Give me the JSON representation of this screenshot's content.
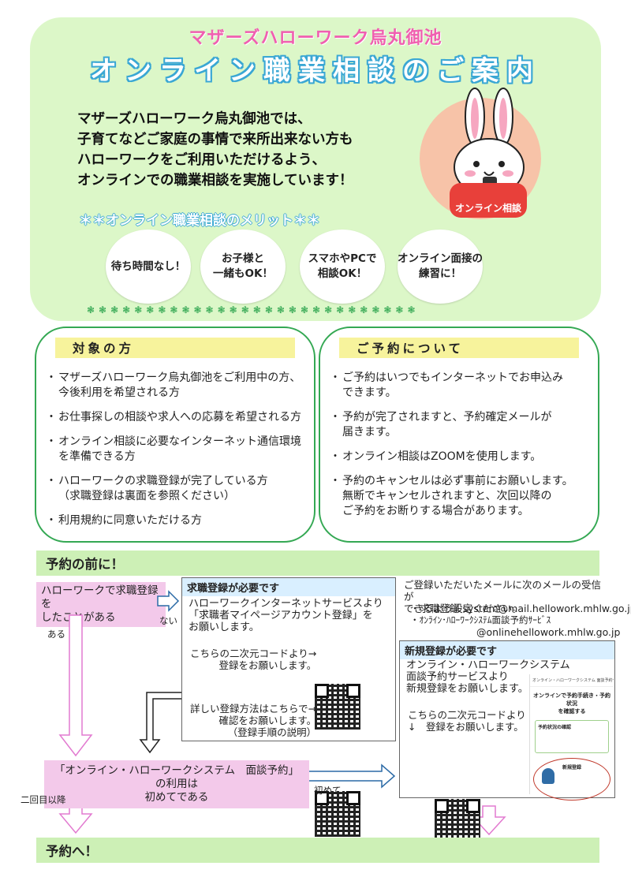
{
  "header": {
    "subtitle": "マザーズハローワーク烏丸御池",
    "title": "オンライン職業相談のご案内"
  },
  "intro": {
    "lines": [
      "マザーズハローワーク烏丸御池では、",
      "子育てなどご家庭の事情で来所出来ない方も",
      "ハローワークをご利用いただけるよう、",
      "オンラインでの職業相談を実施しています！"
    ]
  },
  "mascot": {
    "sign": "オンライン相談"
  },
  "merits": {
    "title": "＊＊オンライン職業相談のメリット＊＊",
    "items": [
      "待ち時間なし！",
      "お子様と\n一緒もOK！",
      "スマホやPCで\n相談OK！",
      "オンライン面接の\n練習に！"
    ],
    "decoration": "❃❃❃❃❃❃❃❃❃❃❃❃❃❃❃❃❃❃❃❃❃❃❃❃❃❃❃❃"
  },
  "target": {
    "heading": "対象の方",
    "items": [
      "マザーズハローワーク烏丸御池をご利用中の方、\n今後利用を希望される方",
      "お仕事探しの相談や求人への応募を希望される方",
      "オンライン相談に必要なインターネット通信環境\nを準備できる方",
      "ハローワークの求職登録が完了している方\n（求職登録は裏面を参照ください）",
      "利用規約に同意いただける方"
    ]
  },
  "reservation": {
    "heading": "ご予約について",
    "items": [
      "ご予約はいつでもインターネットでお申込み\nできます。",
      "予約が完了されますと、予約確定メールが\n届きます。",
      "オンライン相談はZOOMを使用します。",
      "予約のキャンセルは必ず事前にお願いします。\n無断でキャンセルされますと、次回以降の\nご予約をお断りする場合があります。"
    ]
  },
  "flow": {
    "band_before": "予約の前に！",
    "q1": "ハローワークで求職登録を\nしたことがある",
    "yes": "ある",
    "no": "ない",
    "reg_box": {
      "head": "求職登録が必要です",
      "body": "ハローワークインターネットサービスより\n「求職者マイページアカウント登録」を\nお願いします。",
      "qr1_text": "こちらの二次元コードより→\n登録をお願いします。",
      "qr2_text": "詳しい登録方法はこちらで→\n確認をお願いします。\n（登録手順の説明）"
    },
    "mail_note": {
      "text": "ご登録いただいたメールに次のメールの受信が\nできるよう設定ください。",
      "items": [
        "・求職登録 system@mail.hellowork.mhlw.go.jp",
        "・ｵﾝﾗｲﾝ･ﾊﾛｰﾜｰｸｼｽﾃﾑ面談予約ｻｰﾋﾞｽ",
        "@onlinehellowork.mhlw.go.jp"
      ]
    },
    "new_box": {
      "head": "新規登録が必要です",
      "body": "オンライン・ハローワークシステム\n面談予約サービスより\n新規登録をお願いします。",
      "qr_text": "こちらの二次元コードより\n↓　登録をお願いします。",
      "phone_header": "オンライン・ハローワークシステム 面談予約サービス",
      "phone_title": "オンラインで予約手続き・予約状況\nを確認する",
      "phone_card1": "予約状況の確認",
      "phone_card2": "新規登録"
    },
    "q2": "「オンライン・ハローワークシステム　面談予約」の利用は\n初めてである",
    "first": "初めて",
    "second": "二回目以降",
    "band_after": "予約へ！"
  }
}
